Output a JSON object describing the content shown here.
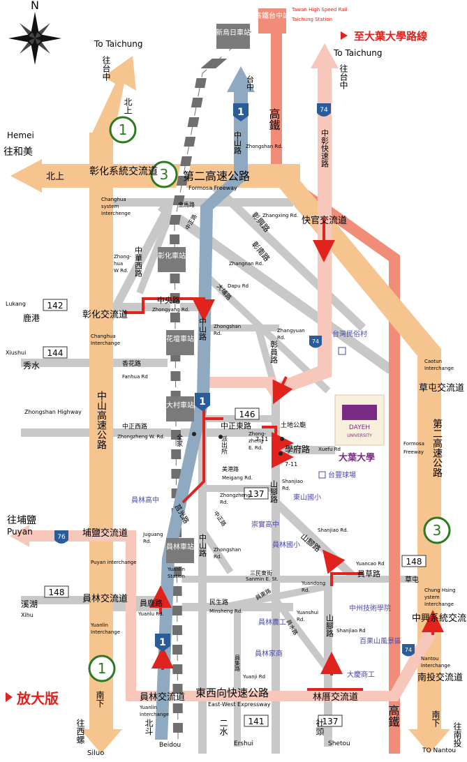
{
  "compass": {
    "north": "N"
  },
  "hsr_station": {
    "title": "高鐵台中站",
    "en1": "Tawan High Speed Rail",
    "en2": "Taichung Station"
  },
  "link_route": "至大葉大學路線",
  "link_zoom": "放大版",
  "directions": {
    "taichung_left": "To Taichung",
    "taichung_left_zh": "往台中",
    "taichung_right": "To Taichung",
    "taichung_right_zh": "往台中",
    "hemei_en": "Hemei",
    "hemei_zh": "往和美",
    "puyan_zh": "往埔鹽",
    "puyan_en": "Puyan",
    "xiluo_zh": "往西螺",
    "xiluo_en": "Siluo",
    "nantou_zh": "往南投",
    "nantou_en": "TO Nantou",
    "beidou_zh": "北斗",
    "beidou_en": "Beidou",
    "ershui_zh": "二水",
    "ershui_en": "Ershui",
    "shetou_zh": "社頭",
    "shetou_en": "Shetou",
    "lukang_en": "Lukang",
    "lukang_zh": "鹿港",
    "xiushui_en": "Xiushui",
    "xiushui_zh": "秀水",
    "xihu_zh": "溪湖",
    "xihu_en": "Xihu",
    "caotun_zh": "草屯"
  },
  "freeway_labels": {
    "north_up": "北上",
    "west_north_up": "北上",
    "north_down": "南下",
    "nantou_south": "南下",
    "hw1_shield": "1",
    "hw3_shield": "3",
    "hw1_bottom": "1",
    "hw3_right": "3",
    "hw74_top": "74",
    "hw74_mid": "74",
    "hw74_bottom": "74",
    "hw76_left": "76",
    "rt1_top": "1",
    "rt1_mid": "1",
    "rt1_bottom": "1",
    "rt142": "142",
    "rt144": "144",
    "rt146": "146",
    "rt137": "137",
    "rt148_left": "148",
    "rt148_right": "148",
    "rt141": "141",
    "rt137_bottom": "137"
  },
  "interchanges": {
    "changhua_sys_zh": "彰化系統交流道",
    "changhua_sys_en1": "Changhua",
    "changhua_sys_en2": "system",
    "changhua_sys_en3": "Interchenge",
    "second_freeway_zh": "第二高速公路",
    "second_freeway_en": "Formosa Freeway",
    "kuaiguan_zh": "快官交流道",
    "changhua_ic_zh": "彰化交流道",
    "changhua_ic_en1": "Changhua",
    "changhua_ic_en2": "Interchange",
    "zhongshan_hw_zh": "中山高速公路",
    "zhongshan_hw_en": "Zhongshan Highway",
    "caotun_ic_zh": "草屯交流道",
    "caotun_ic_en1": "Caotun",
    "caotun_ic_en2": "Interchange",
    "second_freeway_right_zh": "第二高速公路",
    "formosa_en1": "Formosa",
    "formosa_en2": "Freeway",
    "puyan_ic_zh": "埔鹽交流道",
    "puyan_ic_en": "Puyan interchange",
    "yuanlin_ic_zh": "員林交流道",
    "yuanlin_ic_en1": "Yuanlin",
    "yuanlin_ic_en2": "Interchange",
    "zhongxing_ic_zh": "中興系統交流道",
    "zhongxing_en1": "Chung Hsing",
    "zhongxing_en2": "ystem",
    "zhongxing_en3": "Interchange",
    "nantou_ic_zh": "南投交流道",
    "nantou_ic_en1": "Nantou",
    "nantou_ic_en2": "Interchange",
    "yuanlin_south_ic_zh": "員林交流道",
    "yuanlin_south_ic_en1": "Yuanlin",
    "yuanlin_south_ic_en2": "Interchange",
    "dongxi_zh": "東西向快速公路",
    "dongxi_en": "East-West Expressway",
    "shetou_ic_zh": "林厝交流道"
  },
  "stations": {
    "xinwuri": "新烏日車站",
    "changhua": "彰化車站",
    "huatan": "花壇車站",
    "dacun": "大村車站",
    "yuanlin": "員林車站",
    "yuanlin_en1": "Yuanlin",
    "yuanlin_en2": "Station"
  },
  "rail_labels": {
    "hsr_top": "高鐵",
    "hsr_bottom": "高鐵",
    "taichung_road": "台中"
  },
  "roads": {
    "zhongshan_road_zh": "中山路",
    "zhongshan_road_en": "Zhongshan Rd.",
    "zhanghua_w": "中華西路",
    "zhonghua_en1": "Zhong-",
    "zhonghua_en2": "hua",
    "zhonghua_en3": "W Rd.",
    "jinma": "金馬路",
    "zhongzheng_road_small": "中正路",
    "zhangxing_zh": "彰興路",
    "zhangxing_en": "Zhangxing Rd.",
    "zhangnan_zh": "彰南路",
    "zhangnan_en": "Zhangnan Rd.",
    "dapu_zh": "大埔路",
    "dapu_en": "Dapu Rd",
    "zhongyang_zh": "中央路",
    "zhongyang_en": "Zhongyang Rd.",
    "zhongshan_mid_zh": "中山路",
    "zhongshan_mid_en1": "Zhongshan",
    "zhongshan_mid_en2": "Rd.",
    "zhangyuan_zh": "彰員路",
    "zhangyuan_en1": "Zhangyuan",
    "zhangyuan_en2": "Rd.",
    "zhongshan74_zh": "中彰快速路",
    "huahua_zh": "香花路",
    "fanhua_en": "Fanhua Rd",
    "zhongzheng_w_zh": "中正西路",
    "zhongzheng_w_en": "Zhongzheng W. Rd.",
    "zhongzheng_e_zh": "中正東路",
    "zhongzheng_e_en1": "Zhong-",
    "zhongzheng_e_en2": "zheng",
    "zhongzheng_e_en3": "E. Rd.",
    "xuefu_zh": "學府路",
    "xuefu_en": "Xuefu Rd",
    "meigang_zh": "美港路",
    "meigang_en": "Meigang Rd.",
    "shanjiao_zh": "山腳路",
    "shanjiao_en1": "Shanjiao",
    "shanjiao_en2": "Rd.",
    "shanjiao_mid_zh": "山腳路",
    "shanjiao_mid_en": "Shanjiao Rd.",
    "juguang_zh": "莒光路",
    "juguang_en1": "Juguang",
    "juguang_en2": "Rd.",
    "zhongzheng_s_zh": "中正路",
    "zhongzheng_s_en1": "Zhongzheng",
    "zhongzheng_s_en2": "Rd.",
    "zhongshan_s_zh": "中山路",
    "zhongshan_s_en1": "Zhongshan",
    "zhongshan_s_en2": "Rd.",
    "sanmin_zh": "三民東街",
    "sanmin_en": "Sanmin E. St.",
    "yuancao_zh": "員草路",
    "yuancao_en": "Yuancao Rd",
    "yuandong_zh": "員東路",
    "yuandong_en1": "Yuandong",
    "yuandong_en2": "Rd.",
    "yuanlu_zh": "員鹿路",
    "yuanlu_en": "Yuanlu Rd.",
    "minsheng_zh": "民生路",
    "minsheng_en": "Minsheng Rd.",
    "yuanshui_zh": "員水路",
    "yuanshui_en1": "Yuanshui",
    "yuanshui_en2": "Rd.",
    "shanjiao_s_zh": "山腳路",
    "shanjiao_s_en": "Shanjiao Rd",
    "yuanji_zh": "員集路",
    "yuanji_en": "Yuanji Rd"
  },
  "pois": {
    "pichu": "派出所",
    "quanjia": "全家",
    "seven_a": "7-11",
    "seven_b": "7-11",
    "tudigong": "土地公廟",
    "taiwan_folk": "台灣民俗村",
    "dayeh_zh": "大葉大學",
    "dayeh_en1": "DAYEH",
    "dayeh_en2": "UNIVERSITY",
    "taifeng": "台豐球場",
    "dongshan": "東山國小",
    "yuanlin_hs": "員林高中",
    "chongshi": "崇實高中",
    "yuanlin_ps": "員林國小",
    "zhongzhou": "中州技術學院",
    "baiguo": "百果山風景區",
    "daqing": "大慶商工",
    "yuanlin_agri": "員林農工",
    "yuanlin_home": "員林家商"
  },
  "colors": {
    "freeway": "#f6c48f",
    "hsr": "#f08c78",
    "hsr_dark": "#e87c68",
    "local_road": "#c8c8c8",
    "route1": "#8fa9c0",
    "route_red": "#e0231c",
    "pink_road": "#f7c7bb",
    "rail_dark": "#6f6f6f",
    "school_blue": "#4a4aa8",
    "dayeh_purple": "#7a2b86",
    "green_shield": "#2b7a1f",
    "blue_shield": "#2a5c9a"
  }
}
